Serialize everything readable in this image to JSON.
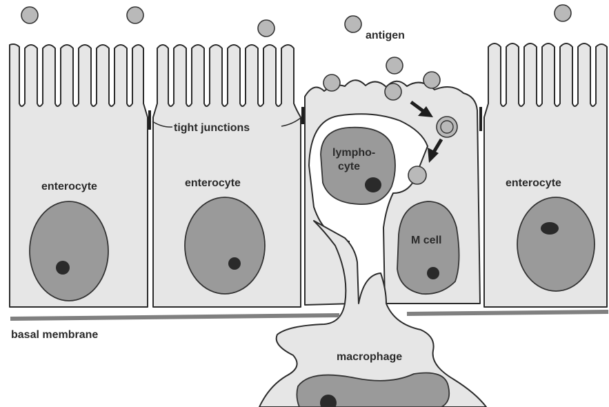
{
  "labels": {
    "antigen": "antigen",
    "tight_junctions": "tight junctions",
    "enterocyte_1": "enterocyte",
    "enterocyte_2": "enterocyte",
    "enterocyte_3": "enterocyte",
    "lymphocyte_line1": "lympho-",
    "lymphocyte_line2": "cyte",
    "m_cell": "M cell",
    "basal_membrane": "basal membrane",
    "macrophage": "macrophage"
  },
  "colors": {
    "cytoplasm": "#e6e6e6",
    "nucleus": "#9a9a9a",
    "outline": "#2b2b2b",
    "antigen": "#b9b9b9"
  }
}
